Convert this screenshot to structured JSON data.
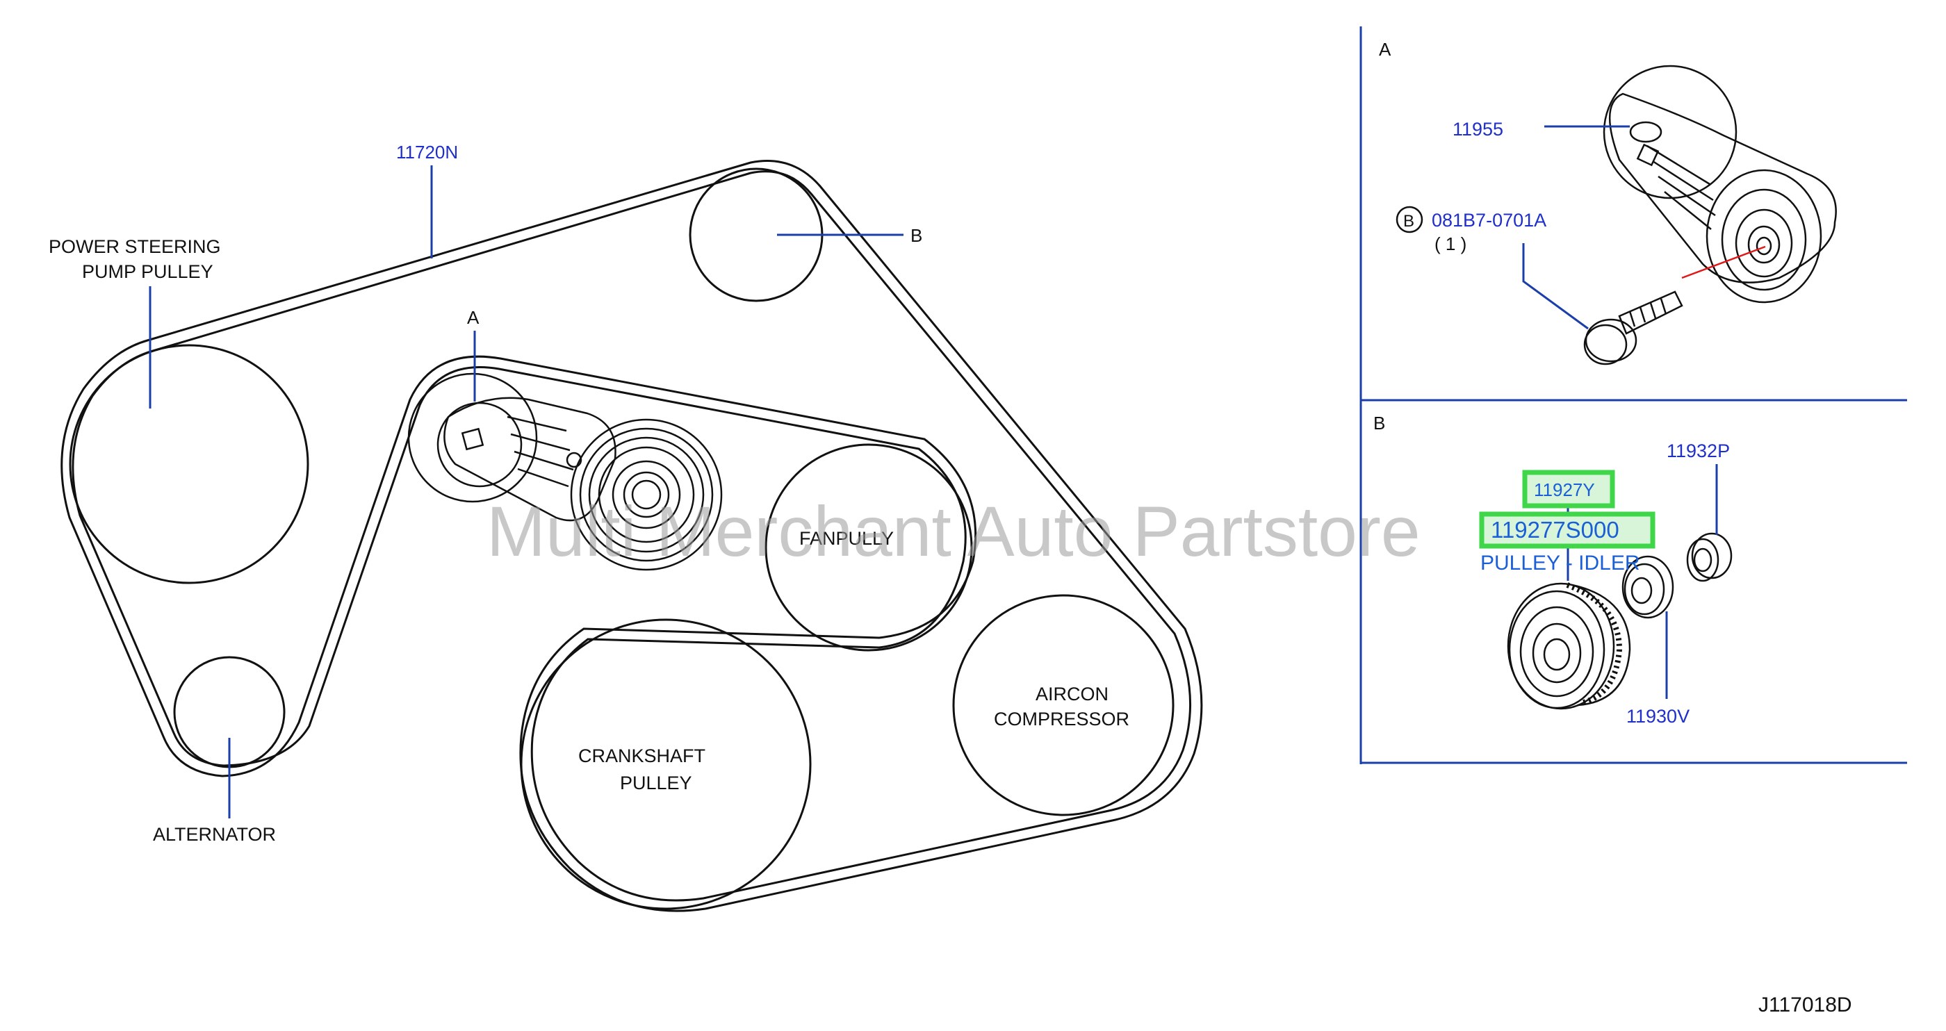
{
  "diagram_code": "J117018D",
  "watermark": "Multi Merchant Auto Partstore",
  "belt_part_no": "11720N",
  "callout_a": "A",
  "callout_b": "B",
  "pulleys": {
    "power_steering_line1": "POWER   STEERING",
    "power_steering_line2": "PUMP   PULLEY",
    "alternator": "ALTERNATOR",
    "fanpully": "FANPULLY",
    "crankshaft_line1": "CRANKSHAFT",
    "crankshaft_line2": "PULLEY",
    "aircon_line1": "AIRCON",
    "aircon_line2": "COMPRESSOR"
  },
  "detail_a": {
    "title": "A",
    "tensioner_part_no": "11955",
    "bolt_marker": "B",
    "bolt_part_no": "081B7-0701A",
    "bolt_qty": "(   1   )"
  },
  "detail_b": {
    "title": "B",
    "part_11927Y": "11927Y",
    "part_119277S000": "119277S000",
    "part_desc": "PULLEY - IDLER",
    "part_11932P": "11932P",
    "part_11930V": "11930V"
  },
  "colors": {
    "line": "#111111",
    "leader": "#1a3fa8",
    "part_text": "#1f2fc9",
    "highlight": "#3fd64a",
    "highlight_fill": "#d8f5da",
    "red_axis": "#e01818"
  }
}
